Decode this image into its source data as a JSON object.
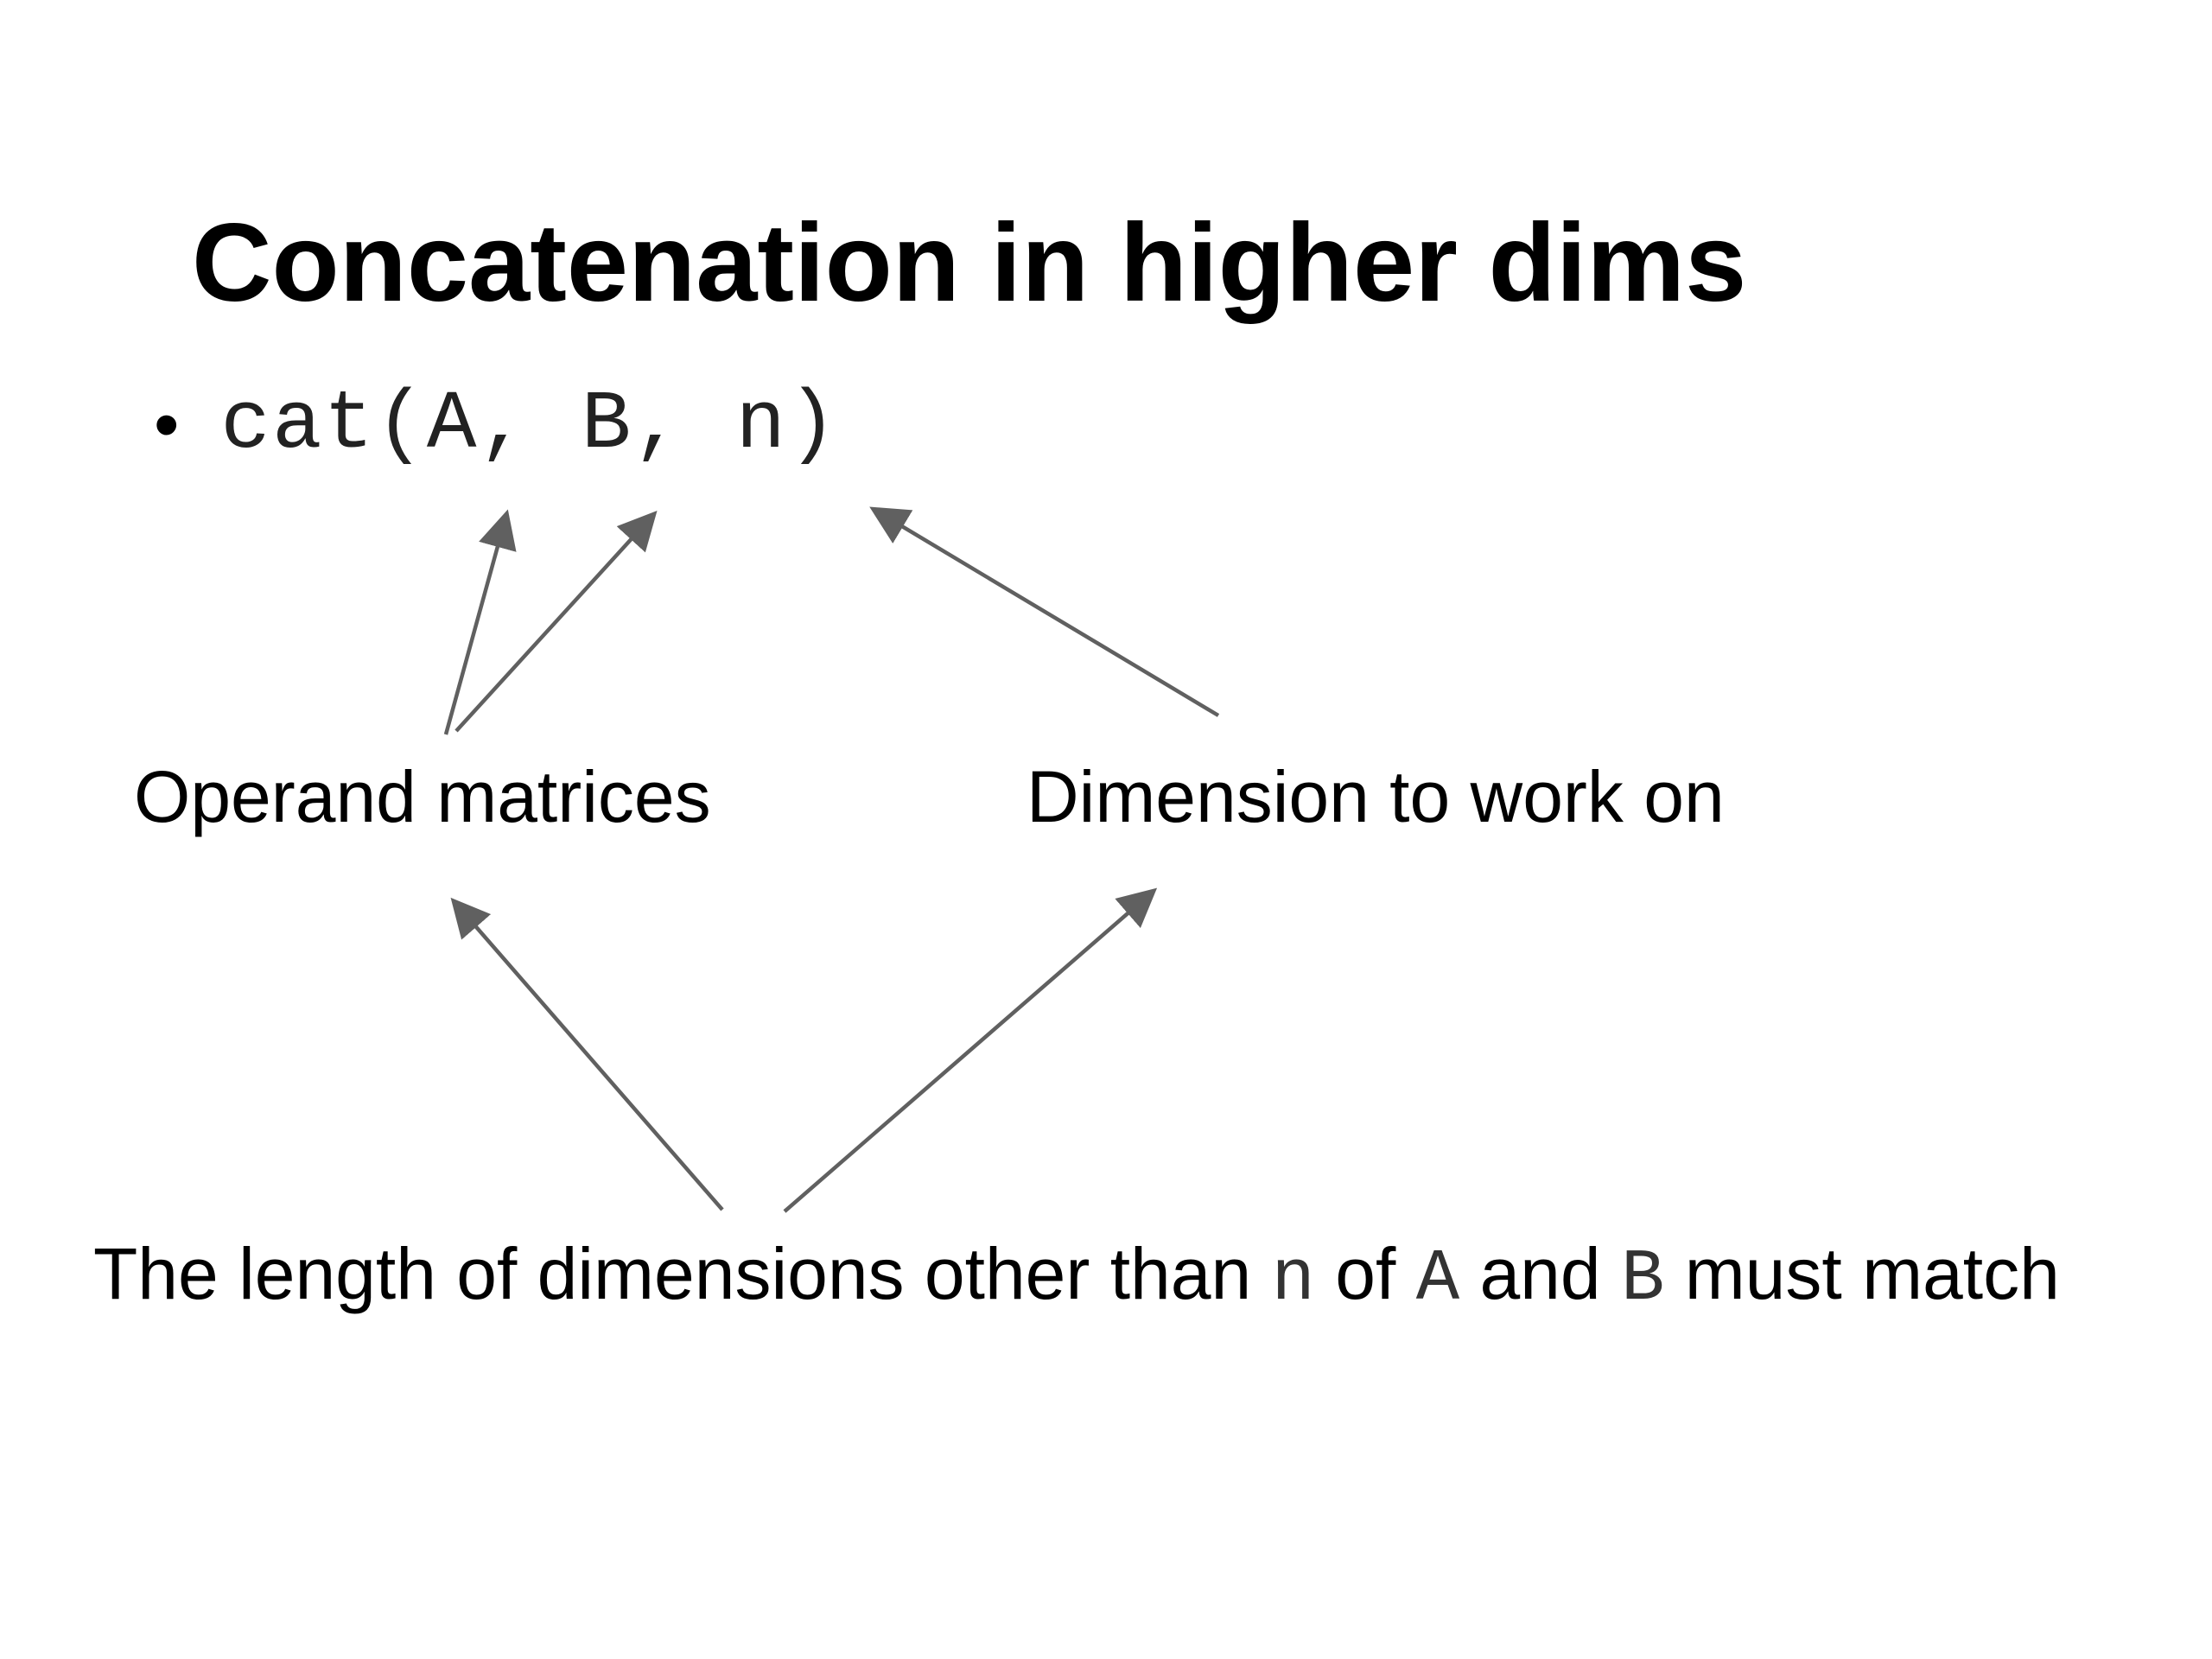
{
  "slide": {
    "title": "Concatenation in higher dims",
    "bullet": {
      "symbol": "•",
      "code": "cat(A, B, n)"
    },
    "labels": {
      "operand": "Operand matrices",
      "dimension": "Dimension to work on"
    },
    "note": {
      "part1": "The length of dimensions other than ",
      "code1": "n",
      "part2": " of ",
      "code2": "A",
      "part3": " and ",
      "code3": "B",
      "part4": " must match"
    },
    "arrow_color": "#606060"
  }
}
